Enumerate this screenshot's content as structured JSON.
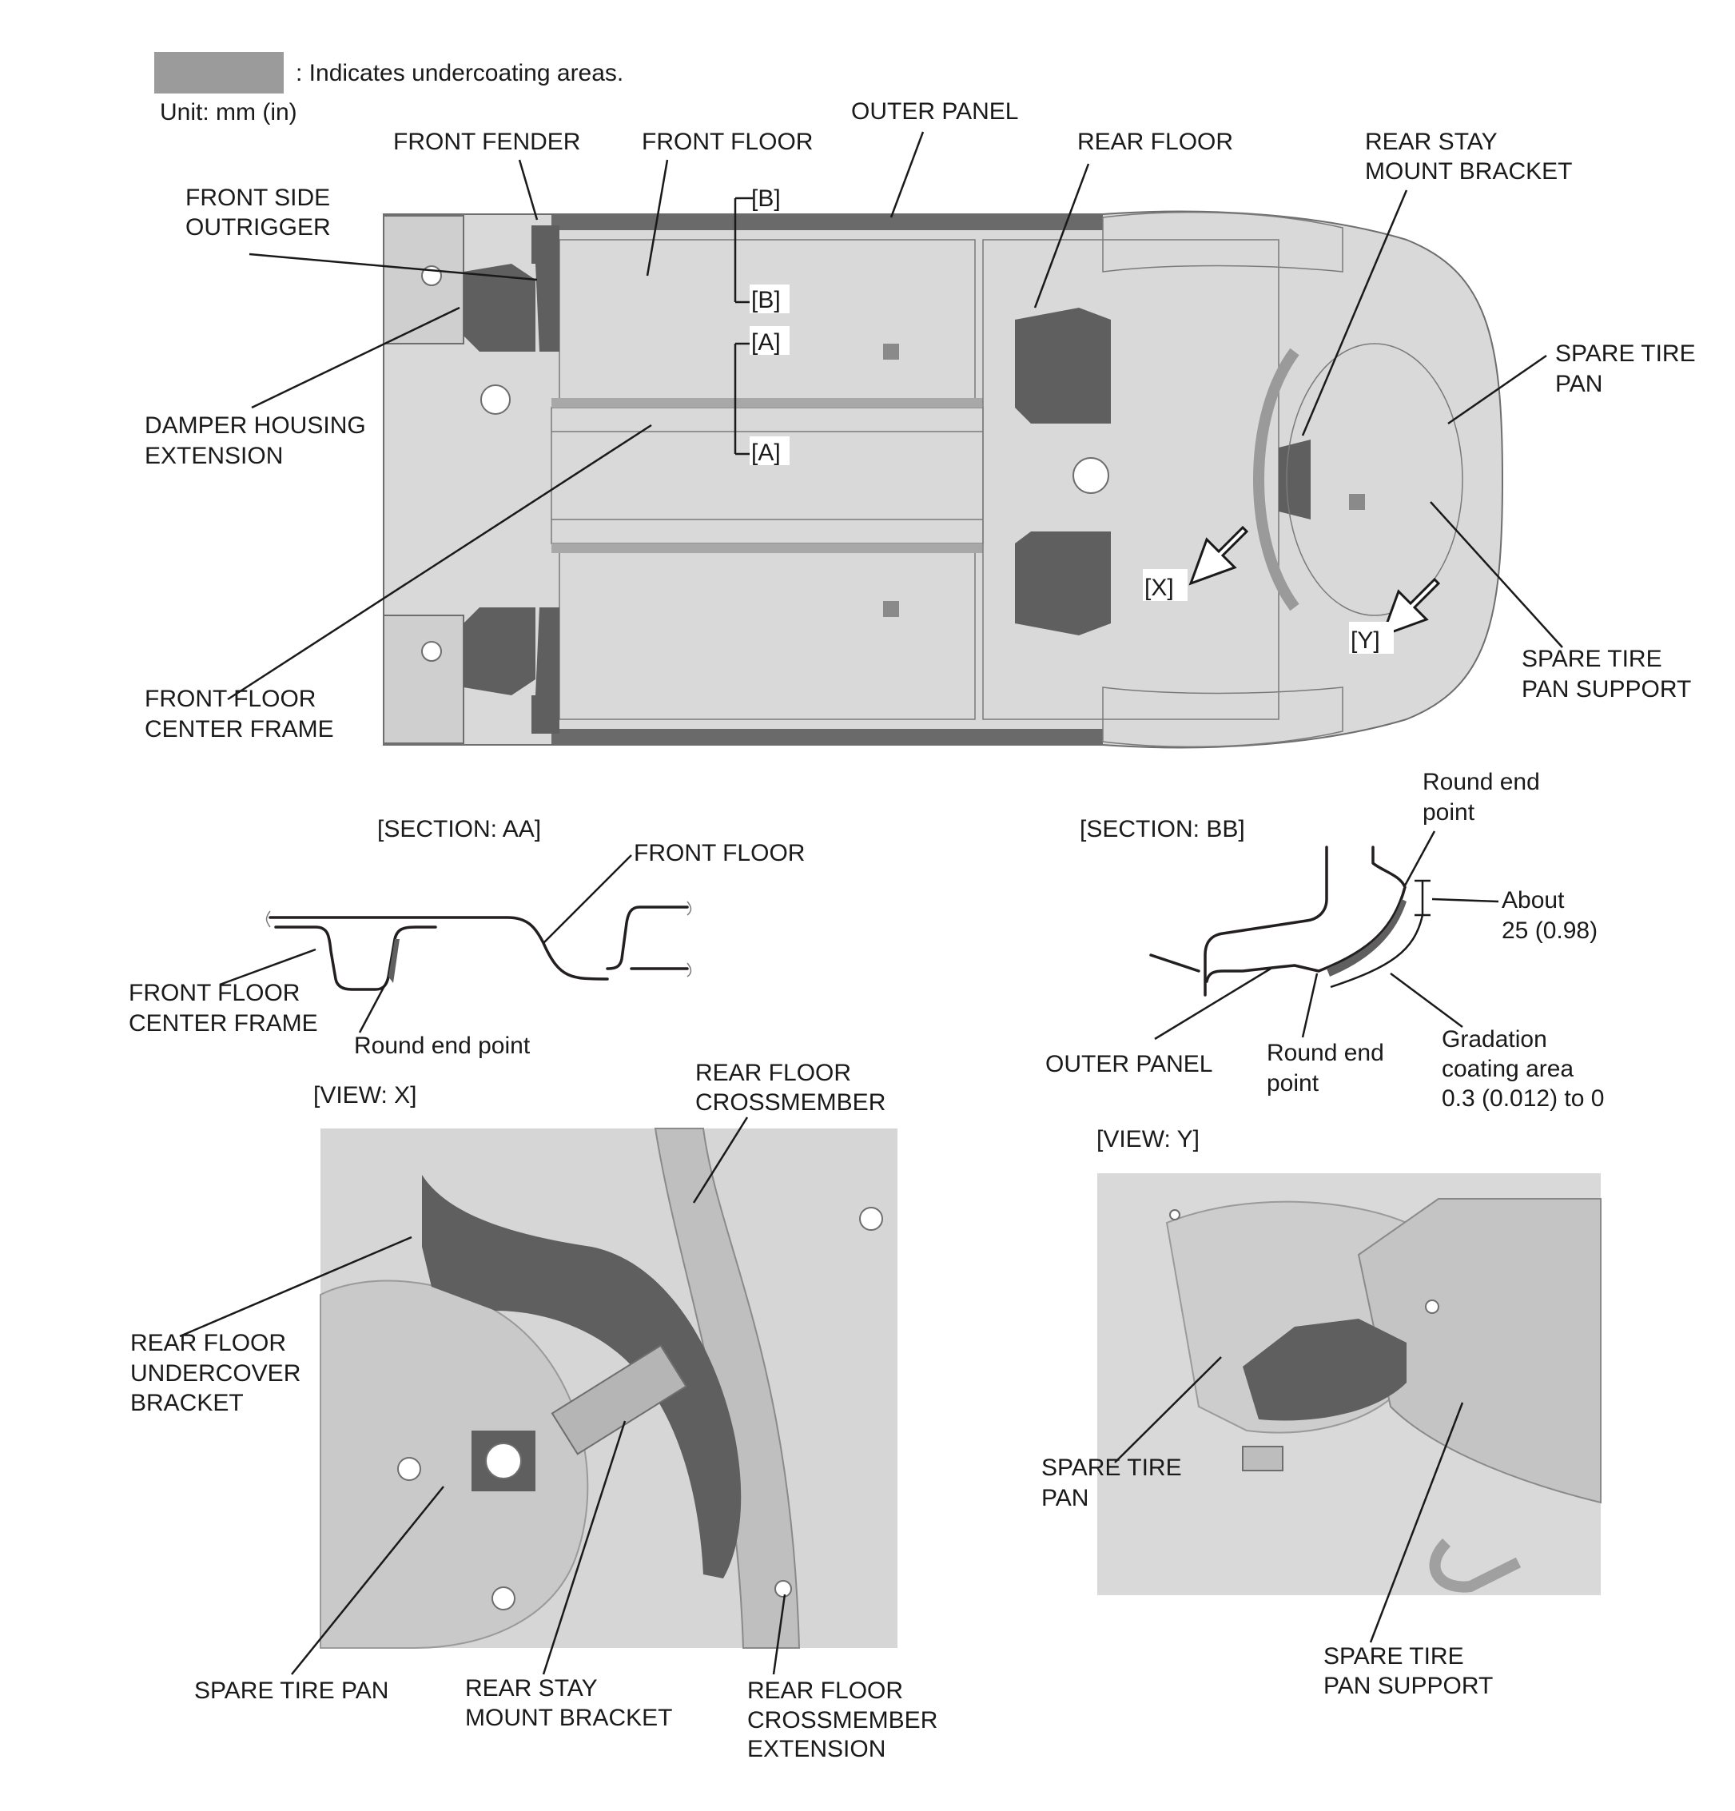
{
  "legend": {
    "swatch_color": "#9b9b9b",
    "text": ": Indicates undercoating areas.",
    "unit": "Unit: mm (in)"
  },
  "colors": {
    "undercoat": "#5f5f5f",
    "panel": "#d9d9d9",
    "panel_dark": "#bcbcbc",
    "line": "#1a1a1a"
  },
  "main": {
    "labels": {
      "front_fender": "FRONT FENDER",
      "front_floor": "FRONT FLOOR",
      "outer_panel": "OUTER PANEL",
      "rear_floor": "REAR FLOOR",
      "rear_stay_mount_bracket_1": "REAR STAY",
      "rear_stay_mount_bracket_2": "MOUNT BRACKET",
      "front_side_outrigger_1": "FRONT SIDE",
      "front_side_outrigger_2": "OUTRIGGER",
      "damper_housing_extension_1": "DAMPER HOUSING",
      "damper_housing_extension_2": "EXTENSION",
      "front_floor_center_frame_1": "FRONT FLOOR",
      "front_floor_center_frame_2": "CENTER FRAME",
      "spare_tire_pan_1": "SPARE TIRE",
      "spare_tire_pan_2": "PAN",
      "spare_tire_pan_support_1": "SPARE TIRE",
      "spare_tire_pan_support_2": "PAN SUPPORT"
    },
    "markers": {
      "b_top": "[B]",
      "b_bottom": "[B]",
      "a_top": "[A]",
      "a_bottom": "[A]",
      "x": "[X]",
      "y": "[Y]"
    }
  },
  "section_aa": {
    "title": "[SECTION: AA]",
    "front_floor": "FRONT FLOOR",
    "center_frame_1": "FRONT FLOOR",
    "center_frame_2": "CENTER FRAME",
    "round_end_point": "Round end point"
  },
  "section_bb": {
    "title": "[SECTION: BB]",
    "round_end_top_1": "Round end",
    "round_end_top_2": "point",
    "about_1": "About",
    "about_2": "25 (0.98)",
    "outer_panel": "OUTER PANEL",
    "round_end_bottom_1": "Round end",
    "round_end_bottom_2": "point",
    "gradation_1": "Gradation",
    "gradation_2": "coating area",
    "gradation_3": "0.3 (0.012) to 0"
  },
  "view_x": {
    "title": "[VIEW: X]",
    "rear_floor_crossmember_1": "REAR FLOOR",
    "rear_floor_crossmember_2": "CROSSMEMBER",
    "undercover_bracket_1": "REAR FLOOR",
    "undercover_bracket_2": "UNDERCOVER",
    "undercover_bracket_3": "BRACKET",
    "spare_tire_pan": "SPARE TIRE PAN",
    "rear_stay_1": "REAR STAY",
    "rear_stay_2": "MOUNT BRACKET",
    "crossmember_ext_1": "REAR FLOOR",
    "crossmember_ext_2": "CROSSMEMBER",
    "crossmember_ext_3": "EXTENSION"
  },
  "view_y": {
    "title": "[VIEW: Y]",
    "spare_tire_pan_1": "SPARE TIRE",
    "spare_tire_pan_2": "PAN",
    "support_1": "SPARE TIRE",
    "support_2": "PAN SUPPORT"
  }
}
